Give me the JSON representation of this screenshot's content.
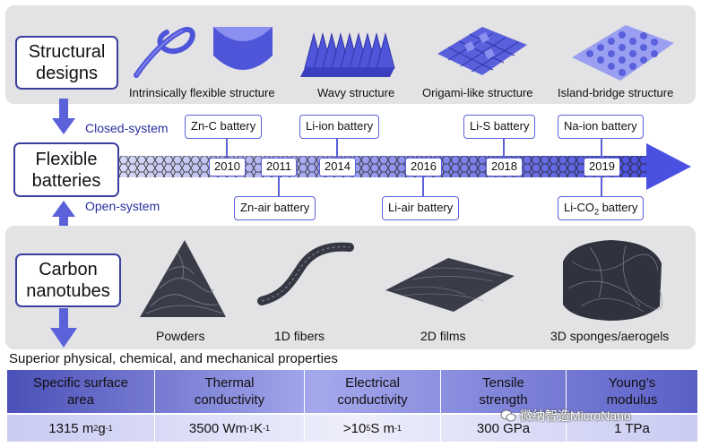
{
  "labels": {
    "structural": "Structural designs",
    "flexible": "Flexible batteries",
    "carbon": "Carbon nanotubes"
  },
  "structures": [
    {
      "caption": "Intrinsically flexible structure",
      "icon": "helix-ribbon-icon"
    },
    {
      "caption": "Wavy structure",
      "icon": "curved-sheet-icon"
    },
    {
      "caption": "Origami-like structure",
      "icon": "origami-icon"
    },
    {
      "caption": "Island-bridge structure",
      "icon": "island-bridge-icon"
    }
  ],
  "extra_icon": "wavy-sheet-icon",
  "systems": {
    "closed": "Closed-system",
    "open": "Open-system"
  },
  "timeline": {
    "years": [
      "2010",
      "2011",
      "2014",
      "2016",
      "2018",
      "2019"
    ],
    "top_events": [
      {
        "label": "Zn-C battery",
        "year": "2010"
      },
      {
        "label": "Li-ion battery",
        "year": "2014"
      },
      {
        "label": "Li-S battery",
        "year": "2018"
      },
      {
        "label": "Na-ion battery",
        "year": "2019"
      }
    ],
    "bottom_events": [
      {
        "label": "Zn-air battery",
        "year": "2011"
      },
      {
        "label": "Li-air battery",
        "year": "2016"
      },
      {
        "label_prefix": "Li-CO",
        "label_sub": "2",
        "label_suffix": " battery",
        "year": "2019"
      }
    ]
  },
  "cnt_forms": [
    {
      "caption": "Powders"
    },
    {
      "caption": "1D fibers"
    },
    {
      "caption": "2D films"
    },
    {
      "caption": "3D sponges/aerogels"
    }
  ],
  "properties": {
    "title": "Superior physical, chemical, and mechanical properties",
    "headers": [
      [
        "Specific surface",
        "area"
      ],
      [
        "Thermal",
        "conductivity"
      ],
      [
        "Electrical",
        "conductivity"
      ],
      [
        "Tensile",
        "strength"
      ],
      [
        "Young’s",
        "modulus"
      ]
    ],
    "values": [
      {
        "base": "1315 m",
        "sup1": "2",
        "mid": " g",
        "sup2": "-1"
      },
      {
        "base": "3500 Wm",
        "sup1": "-1",
        "mid": " K",
        "sup2": "-1"
      },
      {
        "base": ">10",
        "sup1": "5",
        "mid": " S m",
        "sup2": "-1"
      },
      {
        "base": "300 GPa",
        "sup1": "",
        "mid": "",
        "sup2": ""
      },
      {
        "base": "1 TPa",
        "sup1": "",
        "mid": "",
        "sup2": ""
      }
    ]
  },
  "watermark": "微纳智造MicroNano",
  "colors": {
    "accent": "#5b61d9",
    "border": "#3a3f9e",
    "panel": "#e3e3e5"
  }
}
